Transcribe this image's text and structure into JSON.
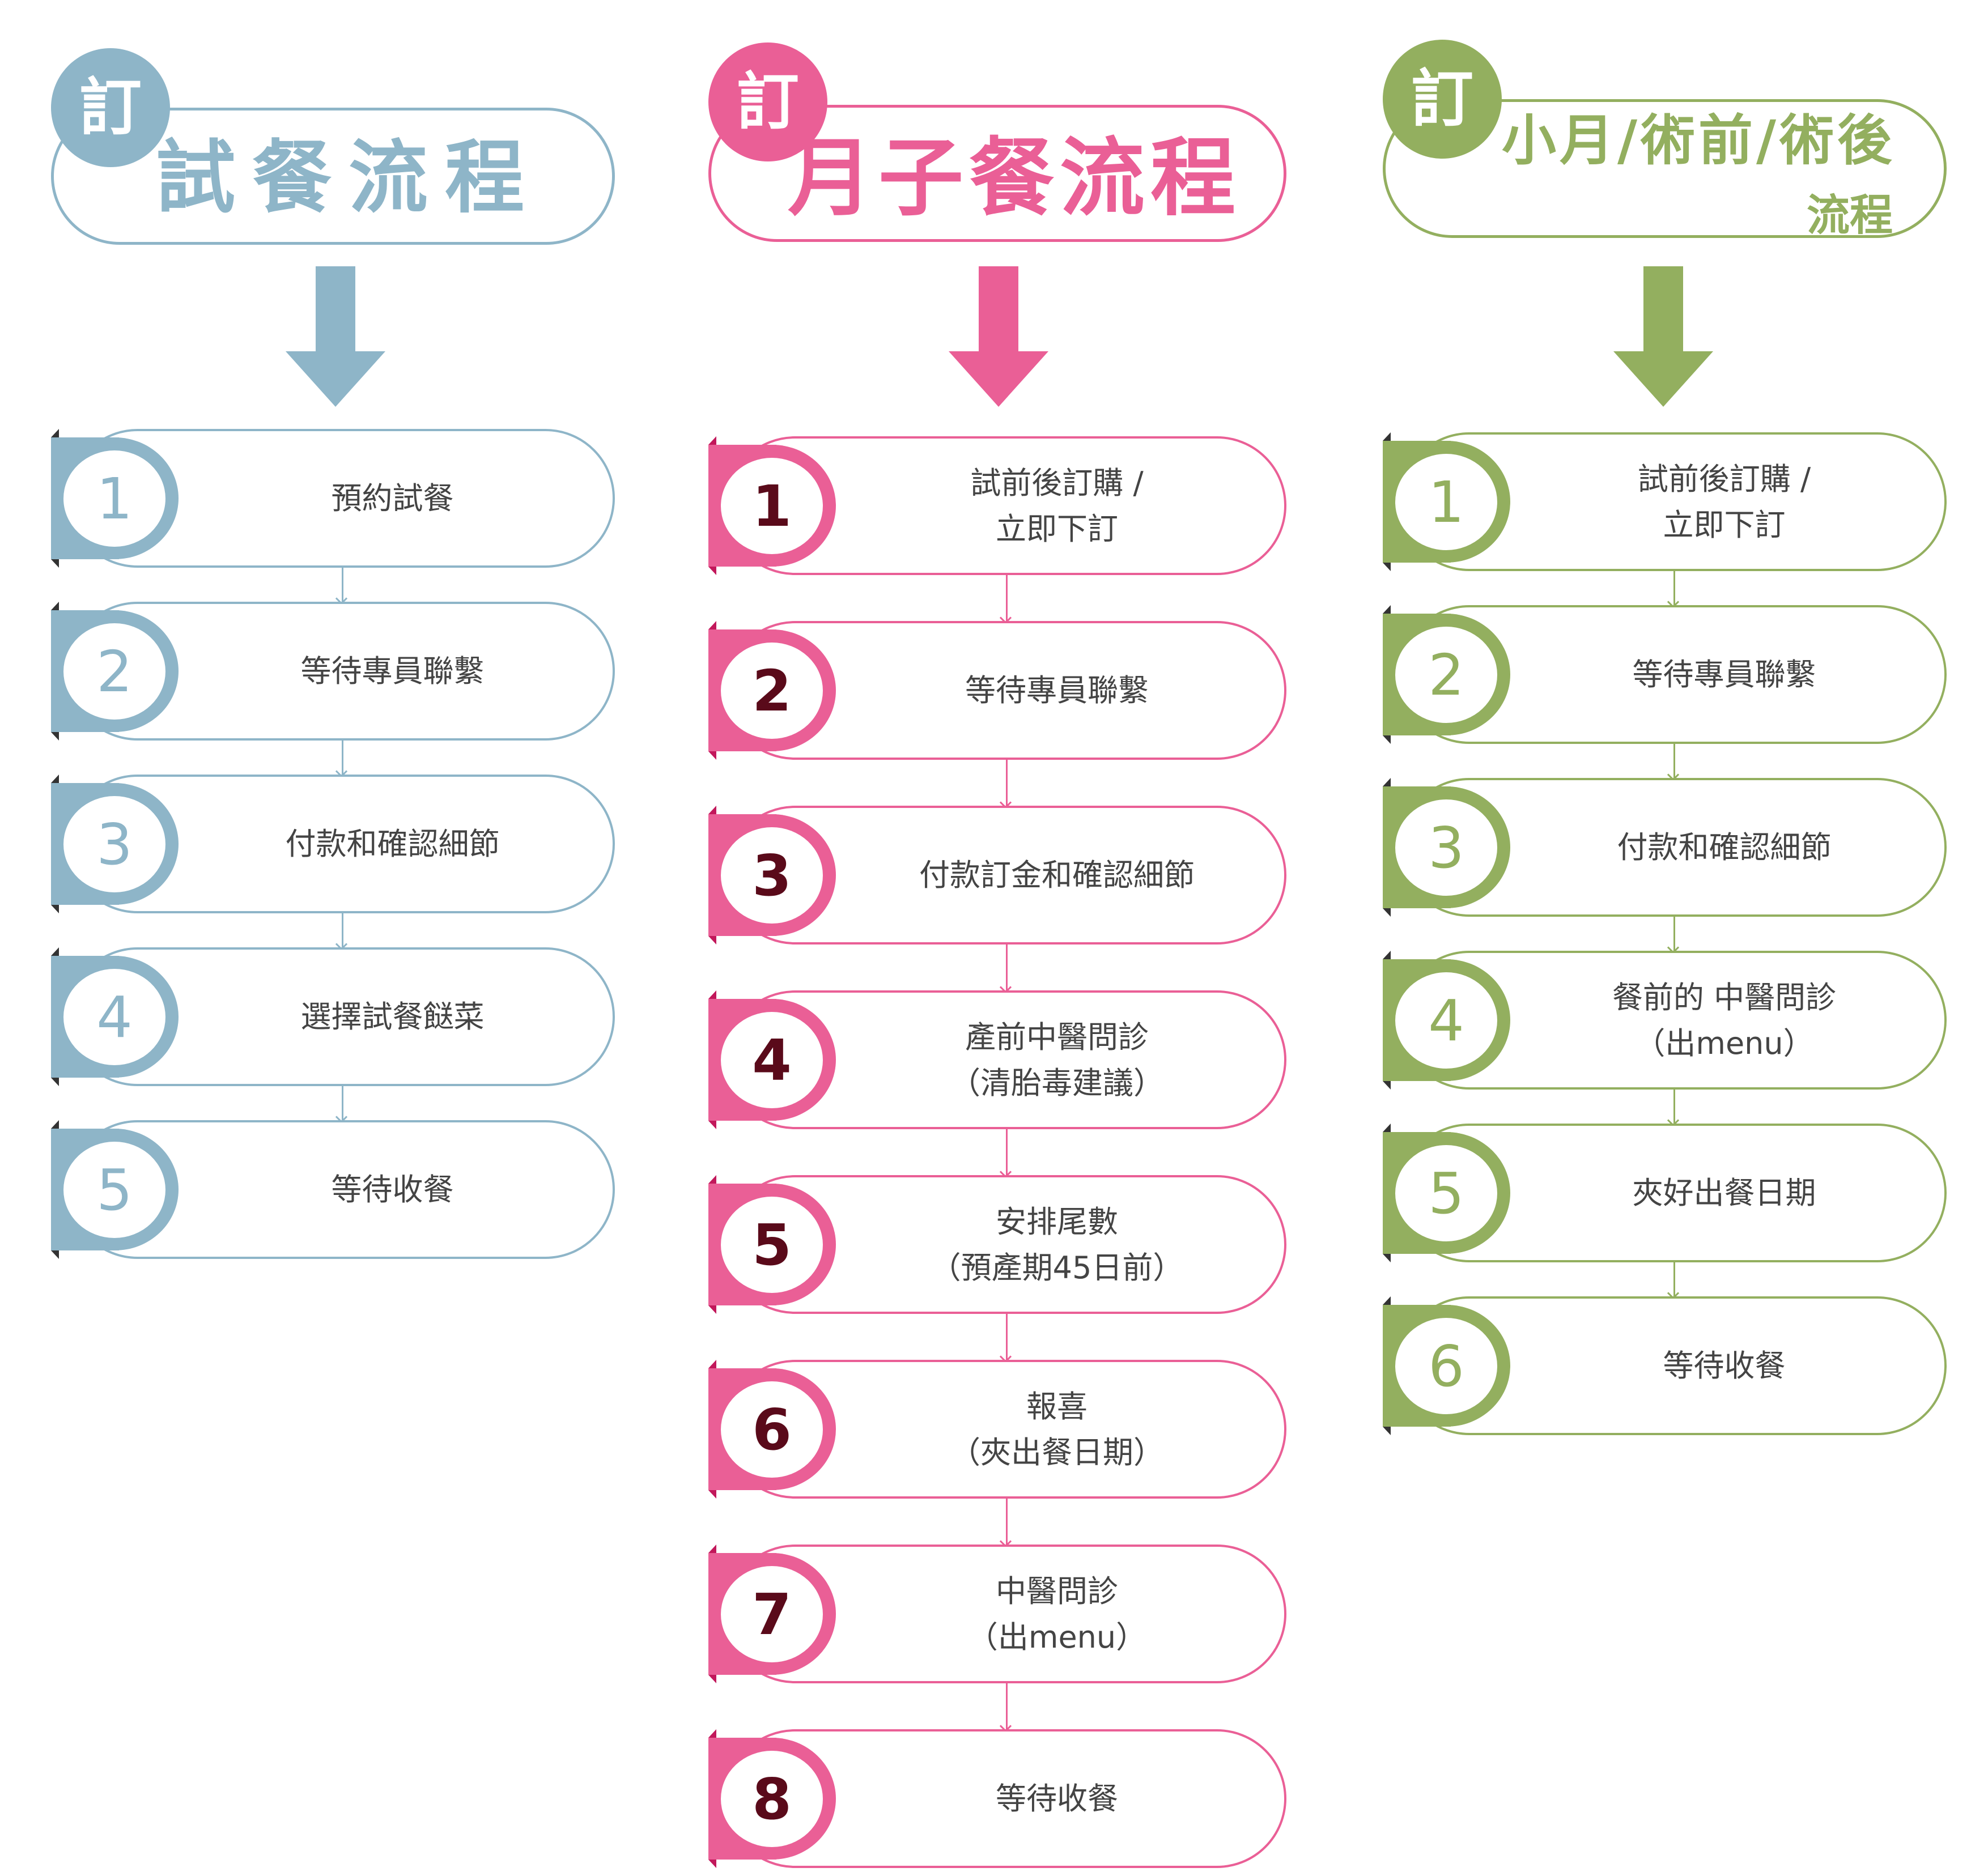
{
  "colors": {
    "trial": "#8eb5c8",
    "confinement": "#ea5f96",
    "surgery": "#93af5f",
    "step_text": "#444444",
    "confinement_number": "#5a0a1a"
  },
  "columns": [
    {
      "id": "trial",
      "badge": "訂",
      "title": "試餐流程",
      "steps": [
        {
          "number": "1",
          "lines": [
            "預約試餐"
          ]
        },
        {
          "number": "2",
          "lines": [
            "等待專員聯繫"
          ]
        },
        {
          "number": "3",
          "lines": [
            "付款和確認細節"
          ]
        },
        {
          "number": "4",
          "lines": [
            "選擇試餐餸菜"
          ]
        },
        {
          "number": "5",
          "lines": [
            "等待收餐"
          ]
        }
      ]
    },
    {
      "id": "confinement",
      "badge": "訂",
      "title": "月子餐流程",
      "steps": [
        {
          "number": "1",
          "lines": [
            "試前後訂購 /",
            "立即下訂"
          ]
        },
        {
          "number": "2",
          "lines": [
            "等待專員聯繫"
          ]
        },
        {
          "number": "3",
          "lines": [
            "付款訂金和確認細節"
          ]
        },
        {
          "number": "4",
          "lines": [
            "產前中醫問診",
            "（清胎毒建議）"
          ]
        },
        {
          "number": "5",
          "lines": [
            "安排尾數",
            "（預產期45日前）"
          ]
        },
        {
          "number": "6",
          "lines": [
            "報喜",
            "（夾出餐日期）"
          ]
        },
        {
          "number": "7",
          "lines": [
            "中醫問診",
            "（出menu）"
          ]
        },
        {
          "number": "8",
          "lines": [
            "等待收餐"
          ]
        }
      ]
    },
    {
      "id": "surgery",
      "badge": "訂",
      "title": "小月/術前/術後",
      "subtitle": "流程",
      "steps": [
        {
          "number": "1",
          "lines": [
            "試前後訂購 /",
            "立即下訂"
          ]
        },
        {
          "number": "2",
          "lines": [
            "等待專員聯繫"
          ]
        },
        {
          "number": "3",
          "lines": [
            "付款和確認細節"
          ]
        },
        {
          "number": "4",
          "lines": [
            "餐前的 中醫問診",
            "（出menu）"
          ]
        },
        {
          "number": "5",
          "lines": [
            "夾好出餐日期"
          ]
        },
        {
          "number": "6",
          "lines": [
            "等待收餐"
          ]
        }
      ]
    }
  ]
}
